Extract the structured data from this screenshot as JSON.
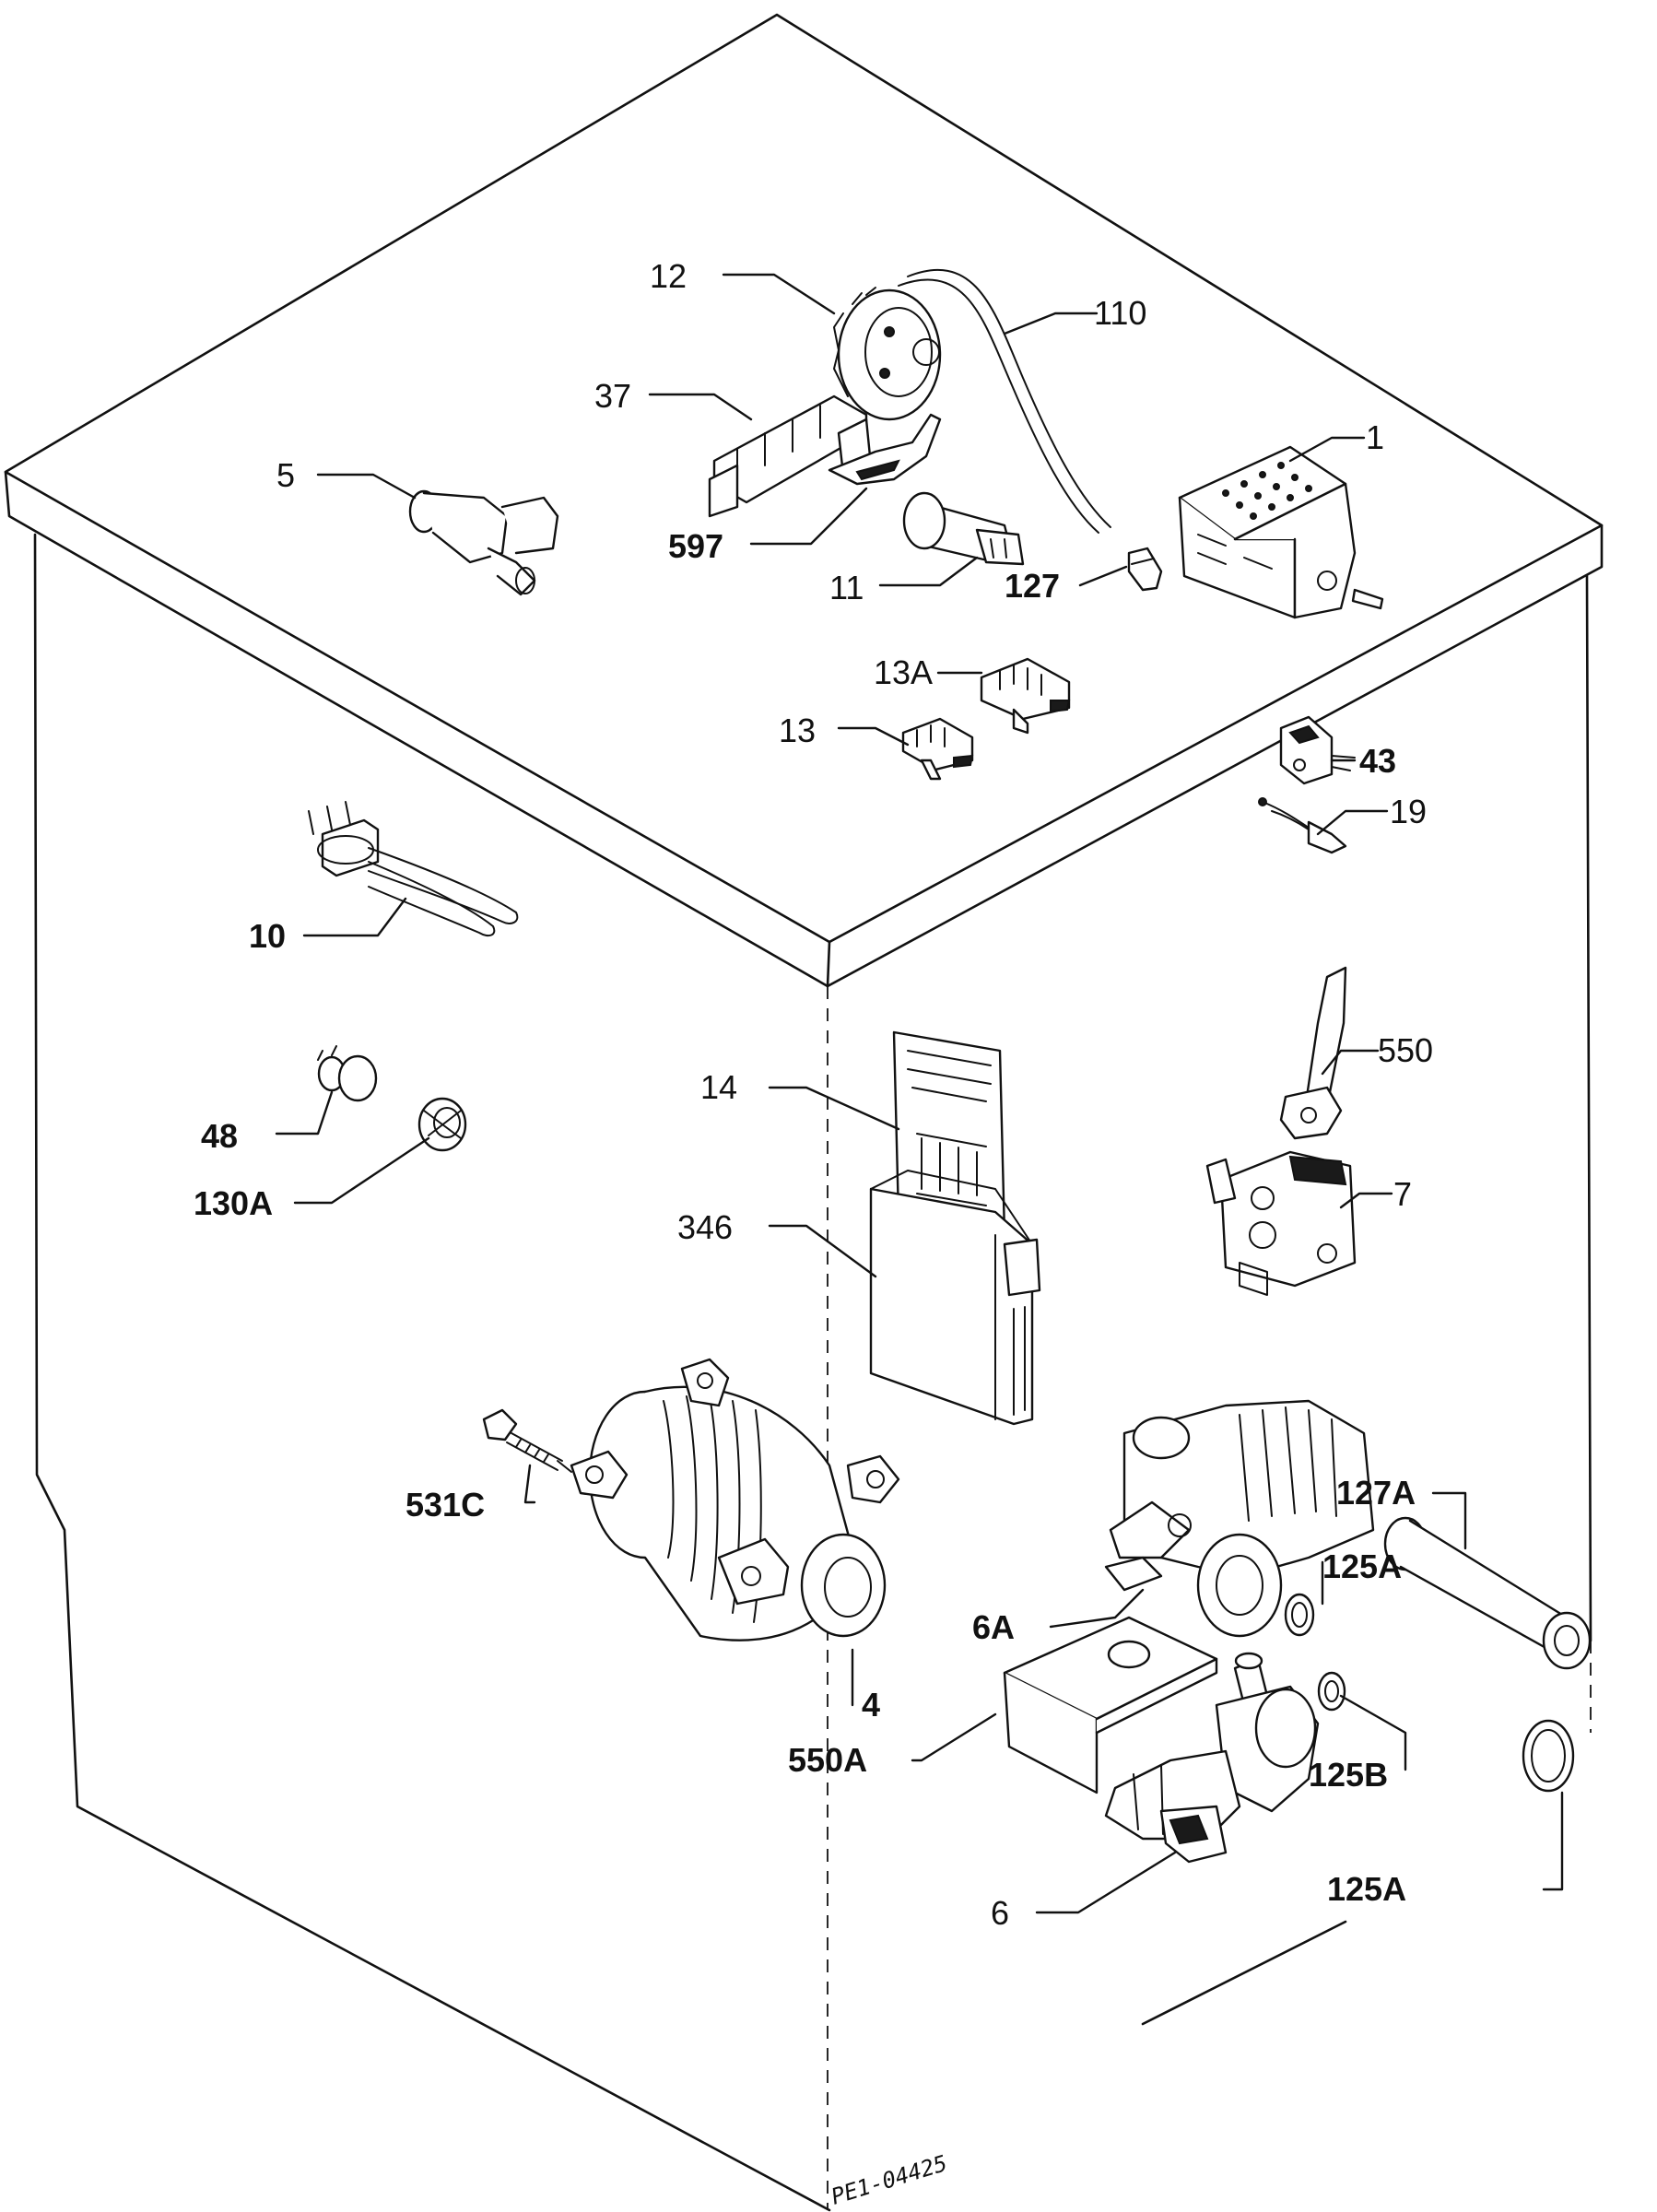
{
  "diagram": {
    "reference_code": "PE1-04425",
    "labels": {
      "p1": "1",
      "p4": "4",
      "p5": "5",
      "p6": "6",
      "p6a": "6A",
      "p7": "7",
      "p10": "10",
      "p11": "11",
      "p12": "12",
      "p13": "13",
      "p13a": "13A",
      "p14": "14",
      "p19": "19",
      "p37": "37",
      "p43": "43",
      "p48": "48",
      "p110": "110",
      "p125a_1": "125A",
      "p125a_2": "125A",
      "p125b": "125B",
      "p127": "127",
      "p127a": "127A",
      "p130a": "130A",
      "p346": "346",
      "p531c": "531C",
      "p550": "550",
      "p550a": "550A",
      "p597": "597"
    }
  }
}
